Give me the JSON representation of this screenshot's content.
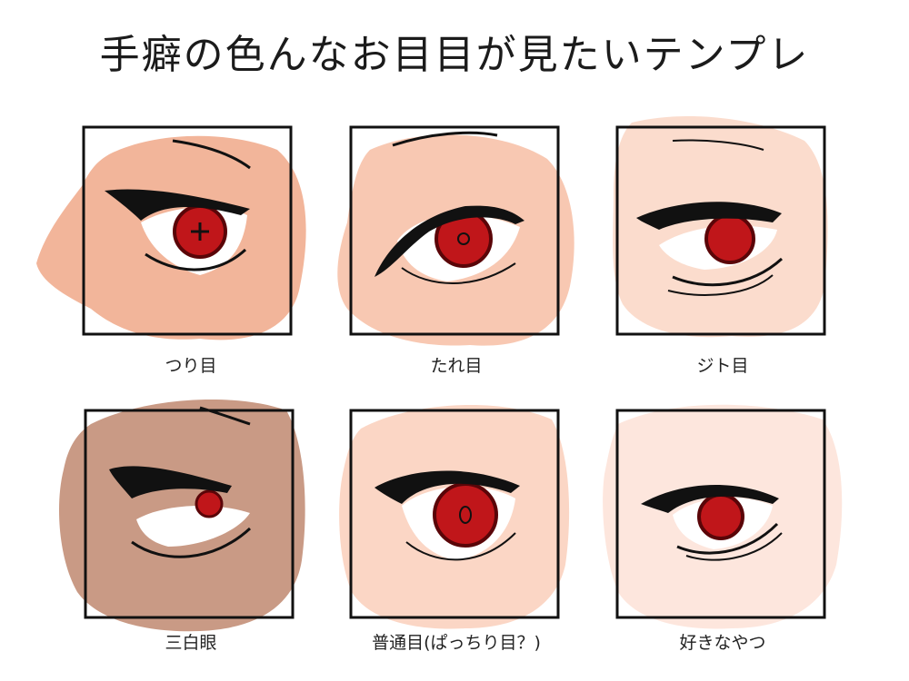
{
  "title": "手癖の色んなお目目が見たいテンプレ",
  "panels": [
    {
      "label": "つり目",
      "skin": "#f2b59a"
    },
    {
      "label": "たれ目",
      "skin": "#f8c8b2"
    },
    {
      "label": "ジト目",
      "skin": "#fbdccd"
    },
    {
      "label": "三白眼",
      "skin": "#c99a85"
    },
    {
      "label": "普通目(ぱっちり目？)",
      "skin": "#fbd6c5"
    },
    {
      "label": "好きなやつ",
      "skin": "#fde6dd"
    }
  ],
  "colors": {
    "iris": "#c0161a",
    "iris_dark": "#5a0508",
    "line": "#111111",
    "frame": "#111111",
    "sclera": "#ffffff"
  }
}
